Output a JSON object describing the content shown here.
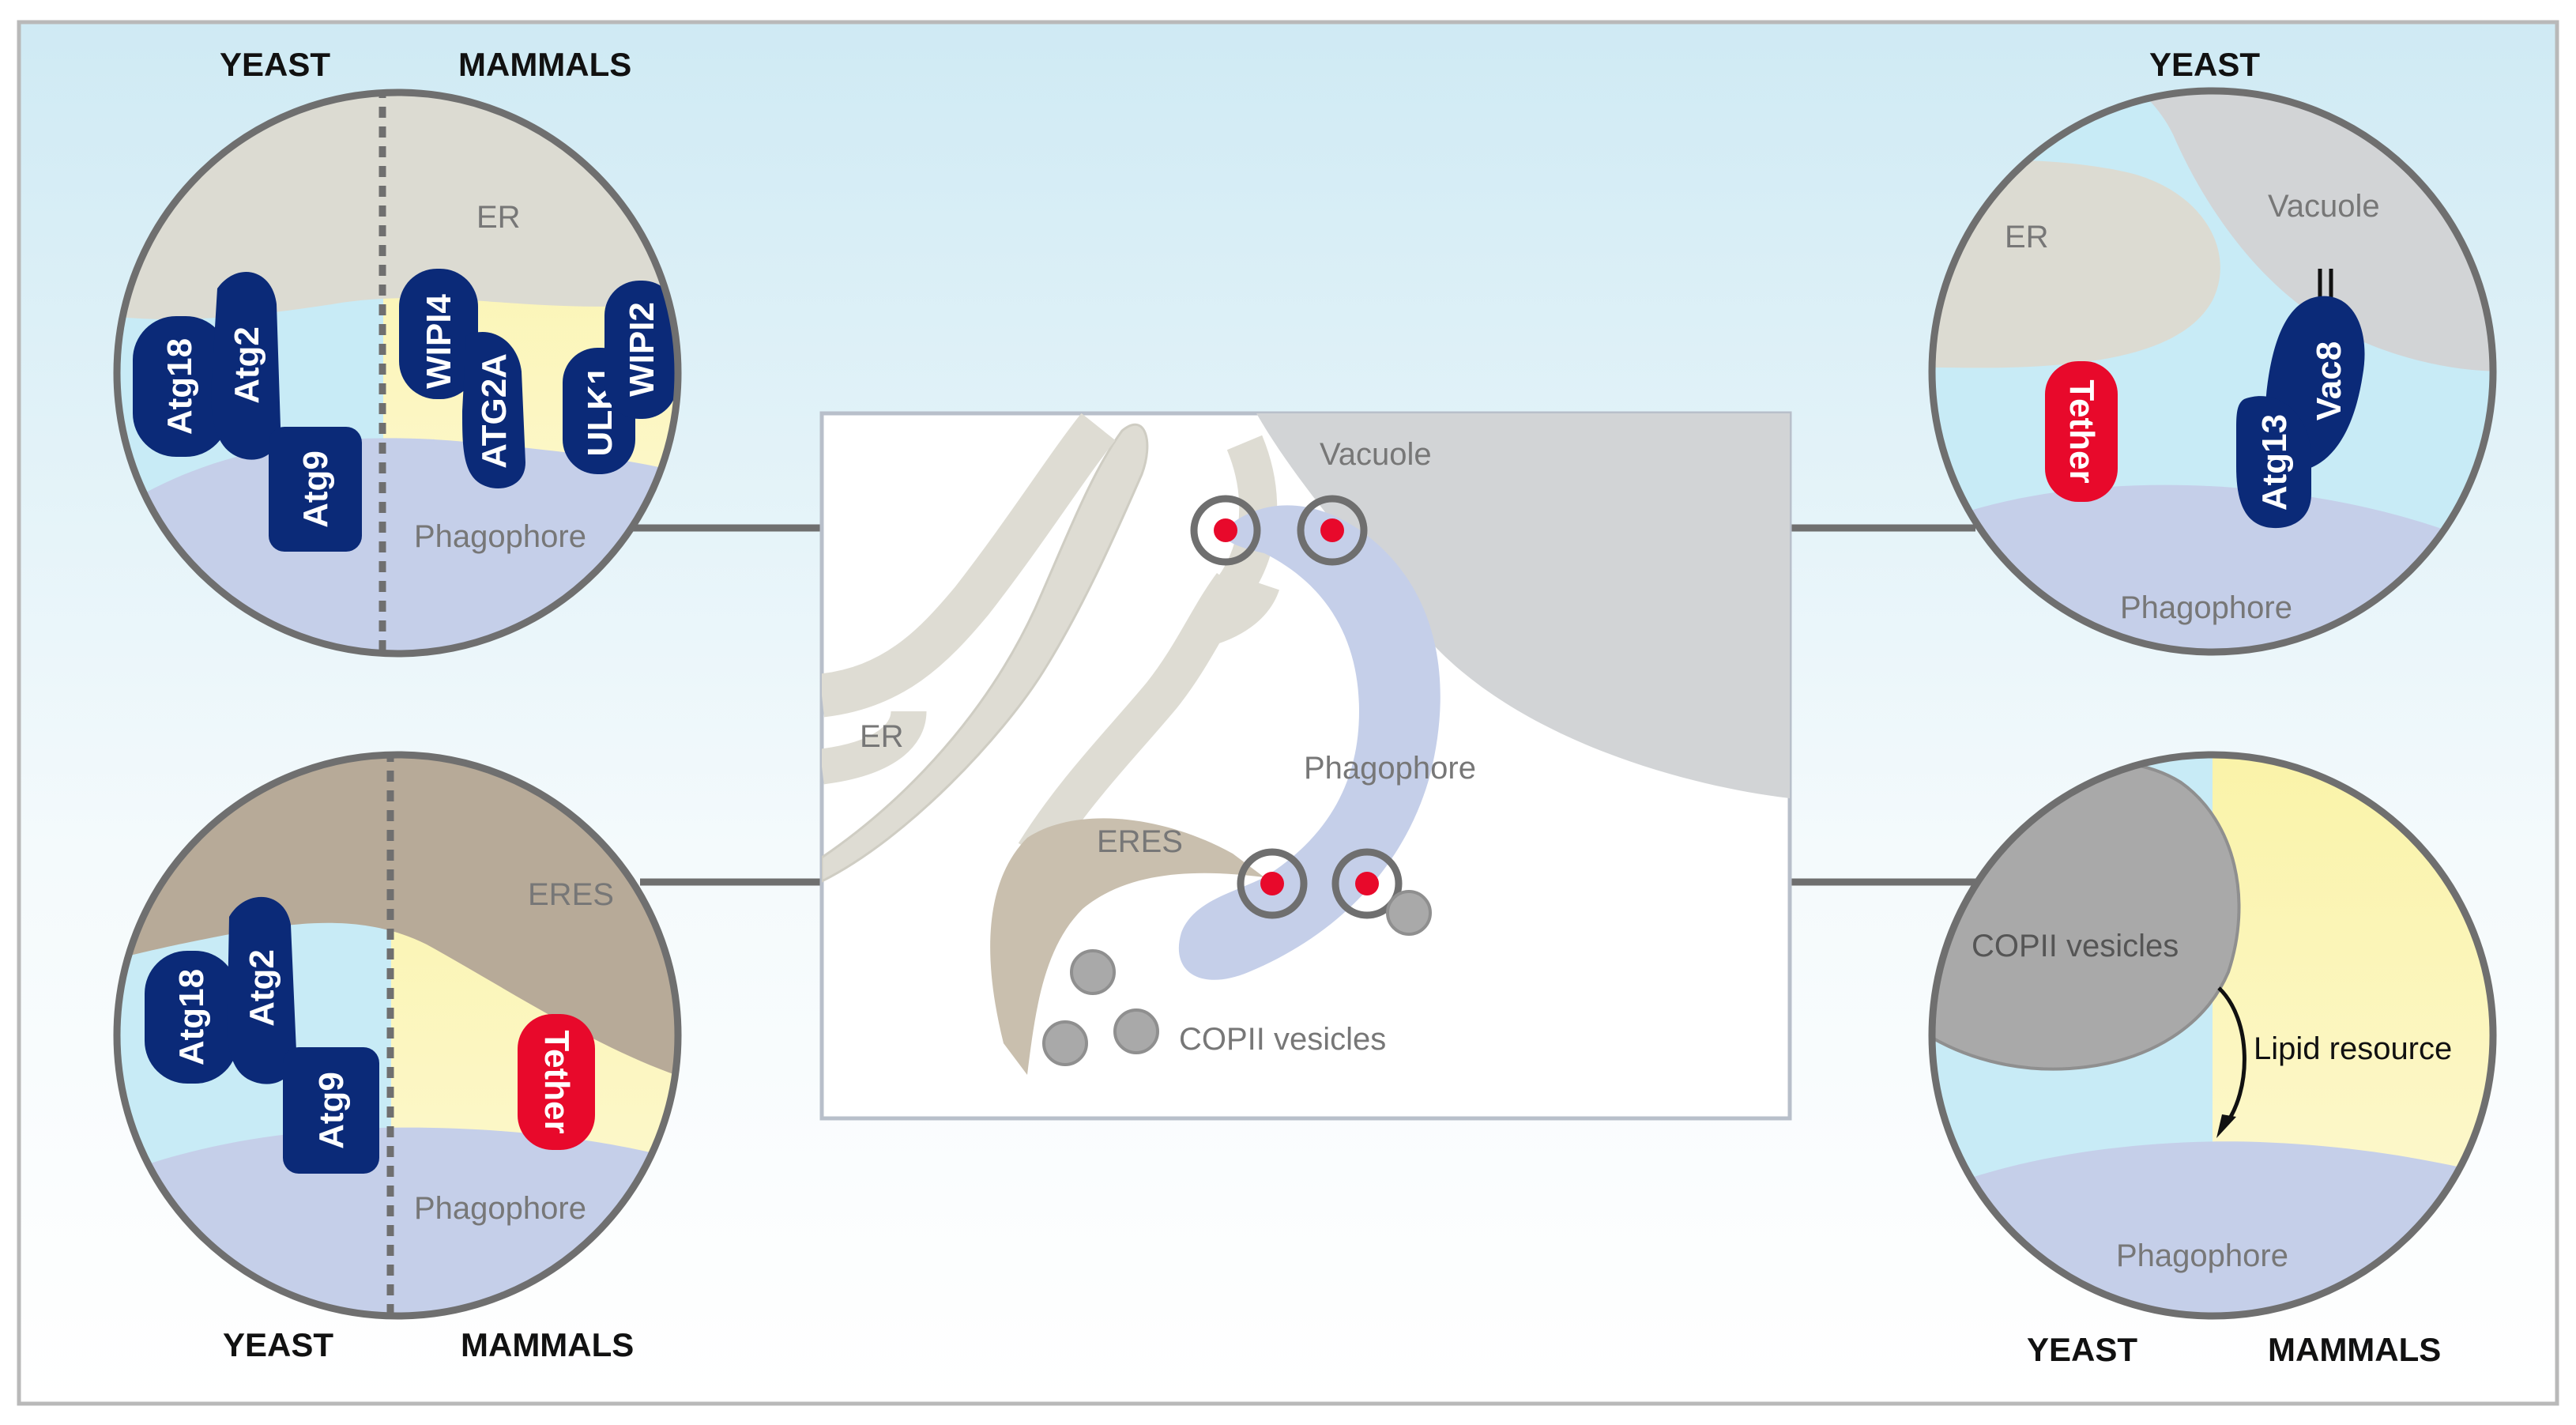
{
  "headers": {
    "top_left_yeast": "YEAST",
    "top_left_mammals": "MAMMALS",
    "top_right_yeast": "YEAST",
    "bottom_left_yeast": "YEAST",
    "bottom_left_mammals": "MAMMALS",
    "bottom_right_yeast": "YEAST",
    "bottom_right_mammals": "MAMMALS"
  },
  "center": {
    "vacuole": "Vacuole",
    "er": "ER",
    "phagophore": "Phagophore",
    "eres": "ERES",
    "copii": "COPII vesicles"
  },
  "top_left_circle": {
    "er": "ER",
    "phagophore": "Phagophore",
    "yeast_proteins": [
      "Atg18",
      "Atg2",
      "Atg9"
    ],
    "mammal_proteins": [
      "WIPI4",
      "ATG2A",
      "ULK1",
      "WIPI2"
    ]
  },
  "bottom_left_circle": {
    "eres": "ERES",
    "phagophore": "Phagophore",
    "yeast_proteins": [
      "Atg18",
      "Atg2",
      "Atg9"
    ],
    "mammal_tether": "Tether"
  },
  "top_right_circle": {
    "er": "ER",
    "vacuole": "Vacuole",
    "phagophore": "Phagophore",
    "tether": "Tether",
    "proteins": [
      "Atg13",
      "Vac8"
    ]
  },
  "bottom_right_circle": {
    "copii": "COPII vesicles",
    "lipid": "Lipid resource",
    "phagophore": "Phagophore"
  },
  "colors": {
    "protein_navy": "#0b2a78",
    "tether_red": "#e8092b",
    "phagophore": "#c5cfe9",
    "er_grey": "#dcdbd2",
    "eres_brown": "#b7aa98",
    "vacuole_grey": "#d2d4d6",
    "cytosol_blue": "#c8ebf6",
    "mammal_yellow": "#fbf6c3"
  }
}
